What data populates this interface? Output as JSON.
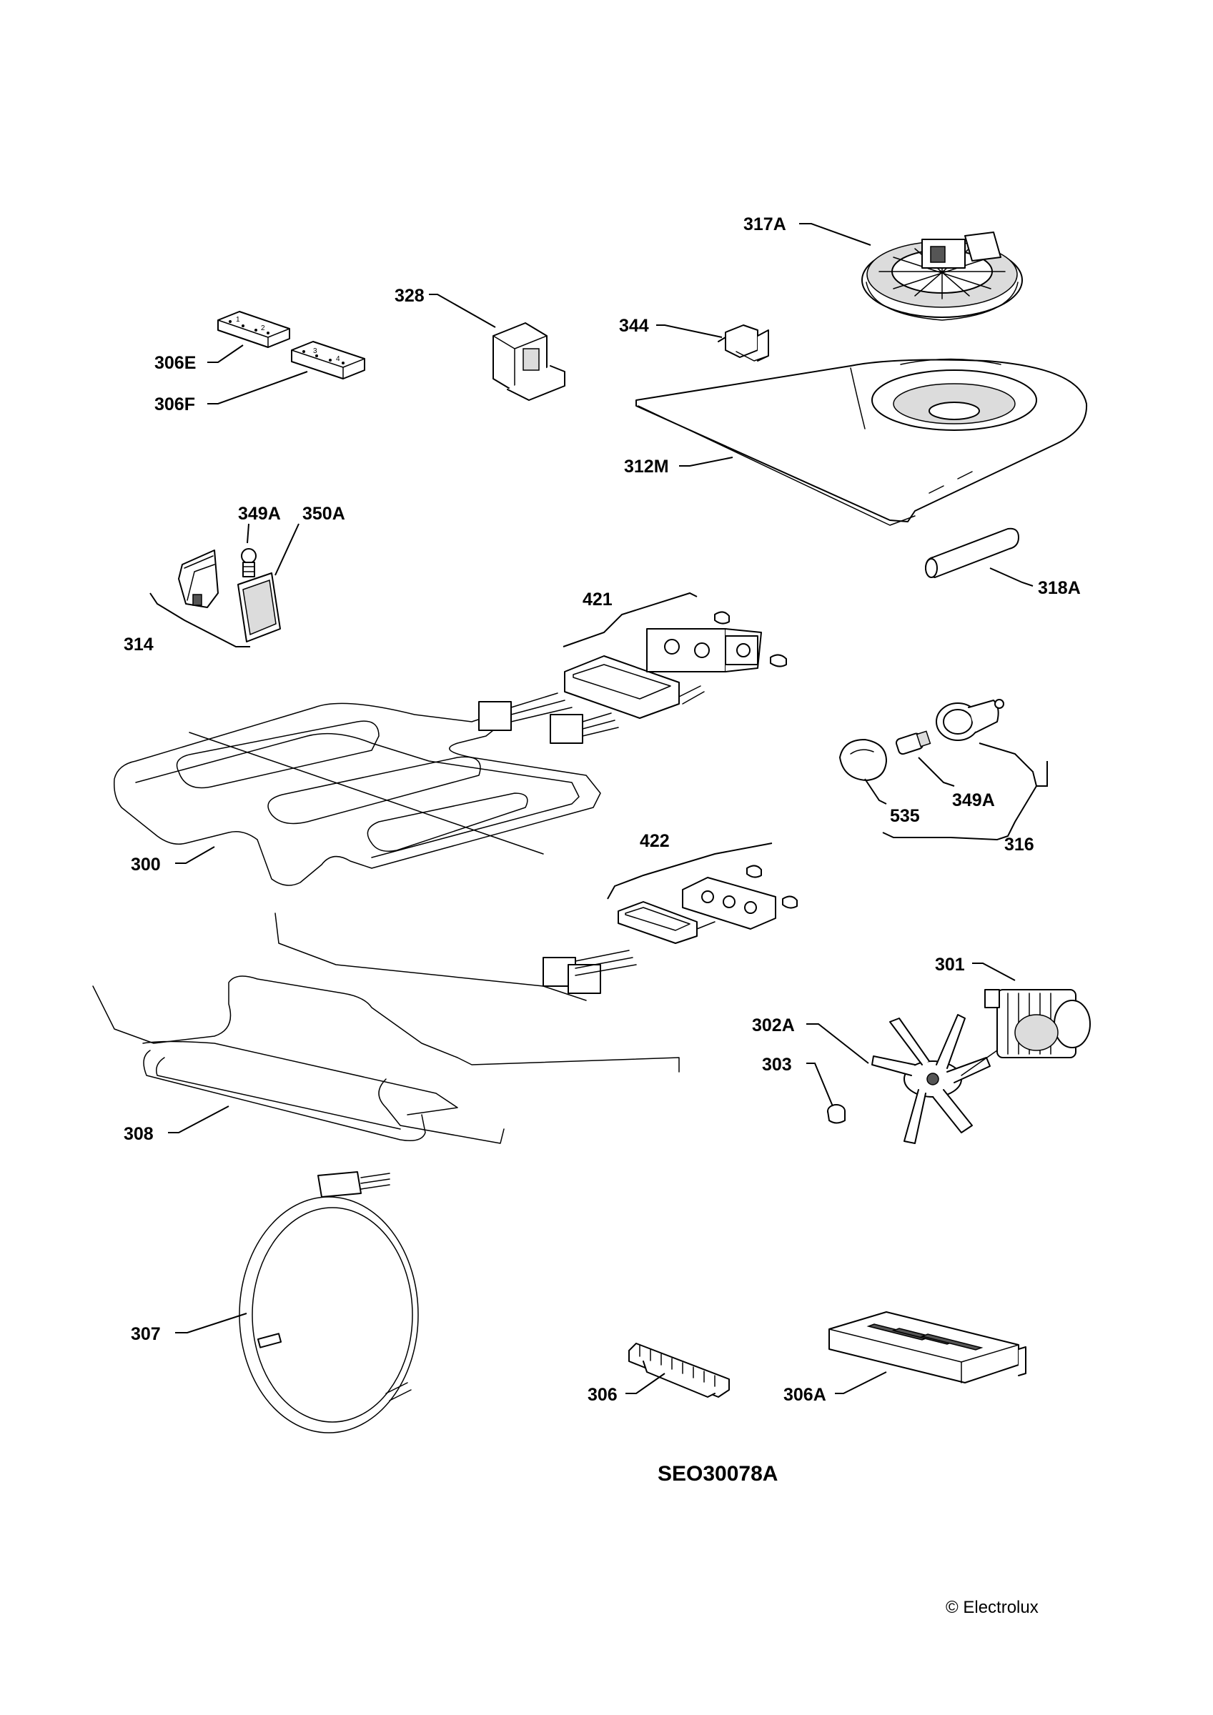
{
  "parts": {
    "p317A": "317A",
    "p328": "328",
    "p344": "344",
    "p306E": "306E",
    "p306F": "306F",
    "p312M": "312M",
    "p349A_top": "349A",
    "p350A": "350A",
    "p318A": "318A",
    "p421": "421",
    "p314": "314",
    "p535": "535",
    "p349A_lamp": "349A",
    "p300": "300",
    "p316": "316",
    "p422": "422",
    "p301": "301",
    "p302A": "302A",
    "p303": "303",
    "p308": "308",
    "p307": "307",
    "p306": "306",
    "p306A": "306A"
  },
  "diagram_code": "SEO30078A",
  "copyright": "© Electrolux",
  "icons": [
    "fan-motor-icon",
    "transformer-icon",
    "bracket-icon",
    "terminal-block-icon",
    "fan-cover-icon",
    "lamp-holder-icon",
    "lamp-cover-icon",
    "sleeve-icon",
    "seal-icon",
    "grill-element-icon",
    "lamp-assembly-icon",
    "bottom-element-icon",
    "motor-icon",
    "fan-blade-icon",
    "nut-icon",
    "ring-element-icon",
    "connector-strip-icon",
    "filter-box-icon"
  ]
}
